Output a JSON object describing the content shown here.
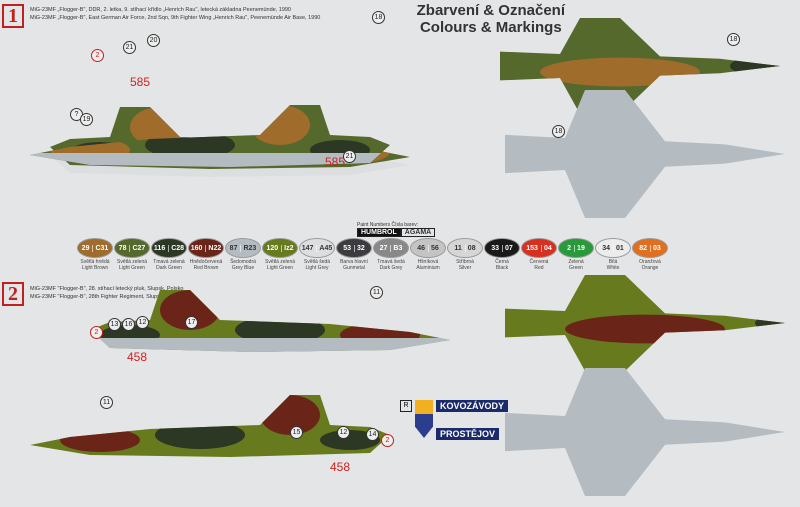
{
  "title": {
    "line1": "Zbarvení & Označení",
    "line2": "Colours & Markings"
  },
  "schemes": [
    {
      "number": "1",
      "cz": "MiG-23MF „Flogger-B\", DDR, 2. letka, 9. stíhací křídlo „Henrich Rau\", letecká základna Peenemünde, 1990",
      "en": "MiG-23MF „Flogger-B\", East German Air Force, 2nd Sqn, 9th Fighter Wing „Henrich Rau\", Peenemünde Air Base, 1990",
      "code": "585"
    },
    {
      "number": "2",
      "cz": "MiG-23MF \"Flogger-B\", 28. stíhací letecký pluk, Slupsk, Polsko",
      "en": "MiG-23MF \"Flogger-B\", 28th Fighter Regiment, Slupsk, Poland",
      "code": "458"
    }
  ],
  "paint_header": {
    "paint_numbers": "Paint Numbers",
    "cisla": "Čísla barev:",
    "humbrol": "HUMBROL",
    "agama": "AGAMA"
  },
  "paints": [
    {
      "h": "29",
      "a": "C31",
      "cz": "Světlá hnědá",
      "en": "Light Brown",
      "color": "#a06c2c"
    },
    {
      "h": "78",
      "a": "C27",
      "cz": "Světlá zelená",
      "en": "Light Green",
      "color": "#56692c"
    },
    {
      "h": "116",
      "a": "C28",
      "cz": "Tmavá zelená",
      "en": "Dark Green",
      "color": "#2c3824"
    },
    {
      "h": "160",
      "a": "N22",
      "cz": "Hnědočervená",
      "en": "Red Brown",
      "color": "#6a2418"
    },
    {
      "h": "87",
      "a": "R23",
      "cz": "Šedomodrá",
      "en": "Grey Blue",
      "color": "#b4bcc2"
    },
    {
      "h": "120",
      "a": "Iz2",
      "cz": "Světlá zelená",
      "en": "Light Green",
      "color": "#687a1e"
    },
    {
      "h": "147",
      "a": "A45",
      "cz": "Světlá šedá",
      "en": "Light Grey",
      "color": "#dcdee0"
    },
    {
      "h": "53",
      "a": "32",
      "cz": "Barva hlavní",
      "en": "Gunmetal",
      "color": "#3c3c40"
    },
    {
      "h": "27",
      "a": "B3",
      "cz": "Tmavá šedá",
      "en": "Dark Grey",
      "color": "#888888"
    },
    {
      "h": "46",
      "a": "56",
      "cz": "Hliníková",
      "en": "Aluminium",
      "color": "#c4c4c4"
    },
    {
      "h": "11",
      "a": "08",
      "cz": "Stříbrná",
      "en": "Silver",
      "color": "#d6d6d6"
    },
    {
      "h": "33",
      "a": "07",
      "cz": "Černá",
      "en": "Black",
      "color": "#1a1a1a"
    },
    {
      "h": "153",
      "a": "04",
      "cz": "Červená",
      "en": "Red",
      "color": "#d83020"
    },
    {
      "h": "2",
      "a": "19",
      "cz": "Zelená",
      "en": "Green",
      "color": "#289a3a"
    },
    {
      "h": "34",
      "a": "01",
      "cz": "Bílá",
      "en": "White",
      "color": "#ececec"
    },
    {
      "h": "82",
      "a": "03",
      "cz": "Oranžová",
      "en": "Orange",
      "color": "#e07020"
    }
  ],
  "markers": {
    "m18": "18",
    "m21": "21",
    "m20": "20",
    "m2": "2",
    "m19": "19",
    "mq": "?",
    "m11": "11",
    "m13": "13",
    "m16": "16",
    "m12": "12",
    "m17": "17",
    "m15": "15",
    "m14": "14"
  },
  "logo": {
    "top": "KOVOZÁVODY",
    "bottom": "PROSTĚJOV",
    "badge": "R"
  }
}
